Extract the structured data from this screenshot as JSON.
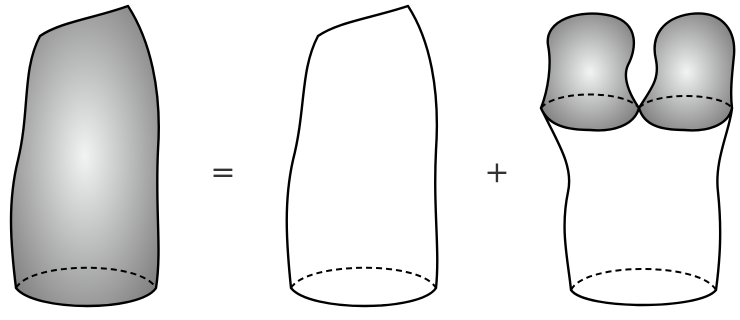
{
  "diagram": {
    "operators": {
      "equals": "=",
      "plus": "+"
    },
    "shapes": [
      {
        "id": "shaded-cylinder",
        "fill": "gradient"
      },
      {
        "id": "plain-cylinder",
        "fill": "none"
      },
      {
        "id": "cylinder-with-caps",
        "fill": "none",
        "caps": 2
      }
    ],
    "colors": {
      "shade_light": "#f2f4f3",
      "shade_dark": "#7f7f7f",
      "stroke": "#000000"
    }
  }
}
